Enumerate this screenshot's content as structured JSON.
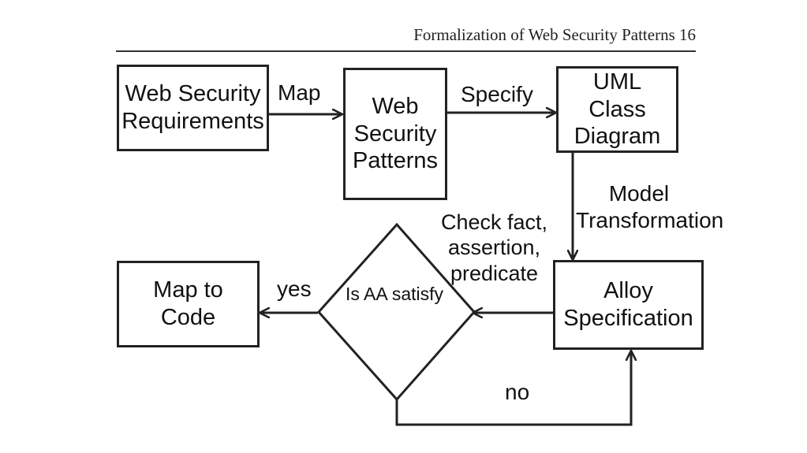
{
  "header": {
    "title": "Formalization of Web Security Patterns 16"
  },
  "nodes": {
    "web_security_requirements": "Web Security Requirements",
    "web_security_patterns": "Web Security Patterns",
    "uml_class_diagram": "UML Class Diagram",
    "alloy_specification": "Alloy Specification",
    "map_to_code": "Map to Code",
    "decision": "Is AA satisfy"
  },
  "edges": {
    "map": "Map",
    "specify": "Specify",
    "model_transformation": "Model Transformation",
    "check": "Check fact, assertion, predicate",
    "yes": "yes",
    "no": "no"
  }
}
